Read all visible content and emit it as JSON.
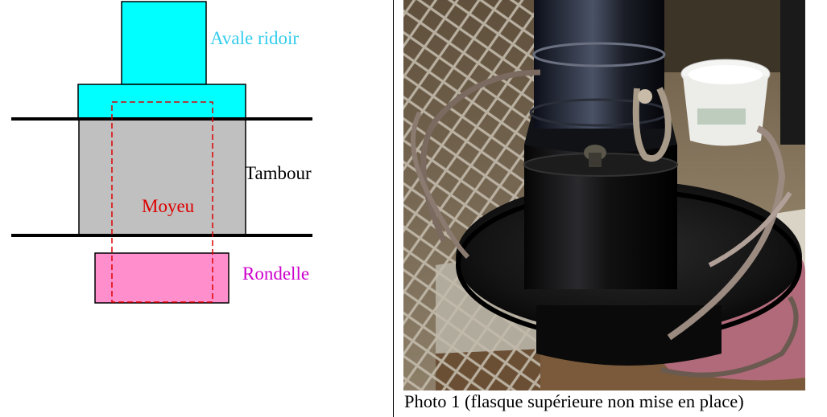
{
  "diagram": {
    "labels": {
      "avale_ridoir": "Avale ridoir",
      "tambour": "Tambour",
      "moyeu": "Moyeu",
      "rondelle": "Rondelle"
    },
    "colors": {
      "avale_ridoir": "#00ffff",
      "avale_ridoir_text": "#33ccee",
      "tambour": "#c0c0c0",
      "rondelle": "#ff8fcc",
      "rondelle_text": "#cc00cc",
      "moyeu": "#dd0000",
      "tambour_text": "#000000"
    }
  },
  "photo": {
    "caption": "Photo 1 (flasque supérieure non mise en place)"
  }
}
